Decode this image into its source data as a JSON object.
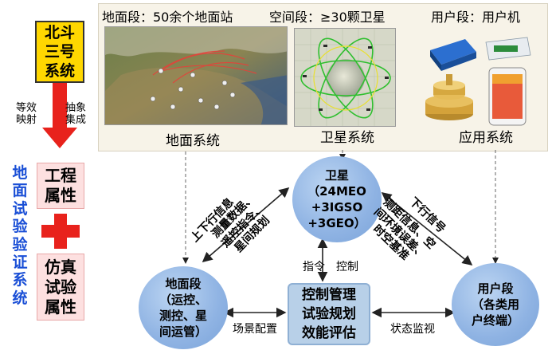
{
  "left": {
    "beidou": [
      "北斗",
      "三号",
      "系统"
    ],
    "equiv_map": [
      "等效",
      "映射"
    ],
    "abstract_integrate": [
      "抽象",
      "集成"
    ],
    "vertical_title": [
      "地",
      "面",
      "试",
      "验",
      "验",
      "证",
      "系",
      "统"
    ],
    "engineering_attr": [
      "工程",
      "属性"
    ],
    "simulation_attr": [
      "仿真",
      "试验",
      "属性"
    ]
  },
  "top": {
    "ground_segment": "地面段：50余个地面站",
    "space_segment": "空间段：≥30颗卫星",
    "user_segment": "用户段：用户机",
    "ground_system": "地面系统",
    "satellite_system": "卫星系统",
    "application_system": "应用系统"
  },
  "nodes": {
    "satellite": [
      "卫星",
      "（24MEO",
      "+3IGSO",
      "+3GEO）"
    ],
    "ground": [
      "地面段",
      "（运控、",
      "测控、星",
      "间运管）"
    ],
    "user": [
      "用户段",
      "（各类用",
      "户终端）"
    ],
    "control": [
      "控制管理",
      "试验规划",
      "效能评估"
    ]
  },
  "edges": {
    "uplink": "上下行信息",
    "uplink_detail": [
      "测量数据、",
      "遥控指令、",
      "星间规划"
    ],
    "downlink": "下行信号",
    "downlink_detail": [
      "测距信息、空",
      "间环境误差、",
      "时空基准"
    ],
    "command": "指令",
    "control": "控制",
    "scene_config": "场景配置",
    "status_monitor": "状态监视"
  },
  "colors": {
    "beidou_box": "#ffd700",
    "attribute_box": "#fde0e0",
    "node_circle": "#8fb3e3",
    "control_box": "#b8d0e8",
    "vertical_title": "#1a4fd6",
    "red_arrow": "#e8221c",
    "red_plus": "#e8221c"
  }
}
